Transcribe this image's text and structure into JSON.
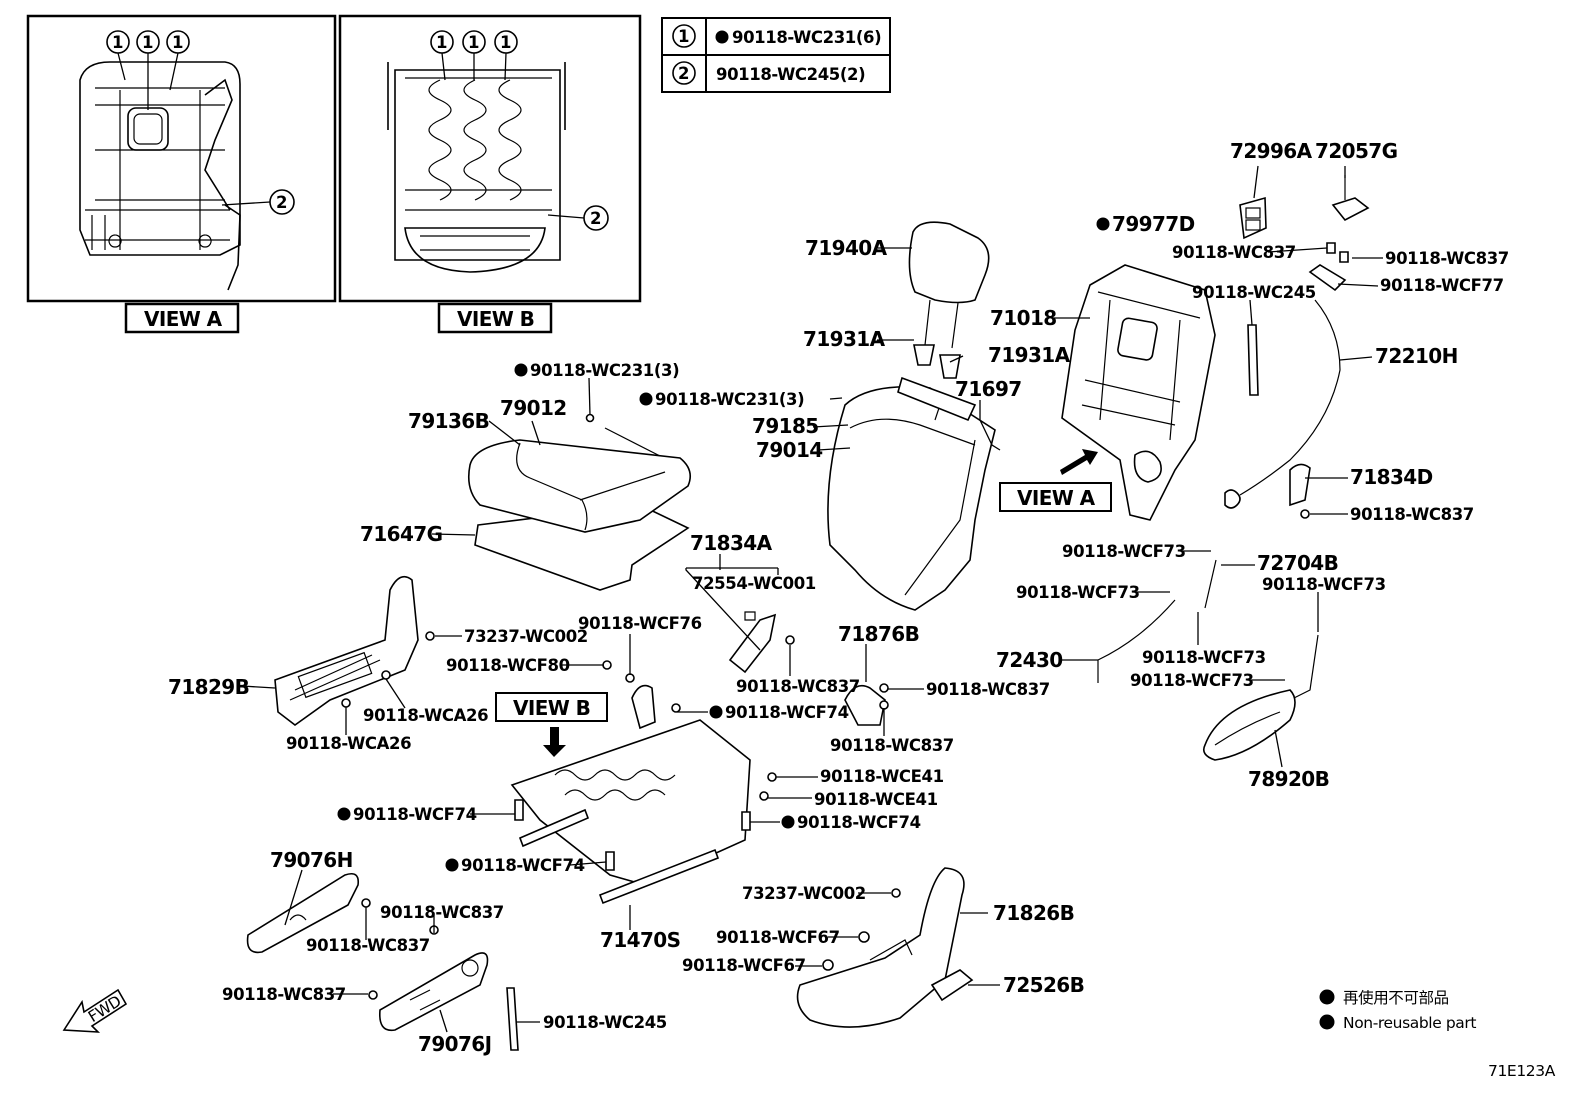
{
  "legend_table": {
    "row1": {
      "mark": "1",
      "part": "90118-WC231(6)",
      "non_reusable": true
    },
    "row2": {
      "mark": "2",
      "part": "90118-WC245(2)",
      "non_reusable": false
    }
  },
  "views": {
    "view_a_label": "VIEW A",
    "view_b_label": "VIEW B",
    "callout_1": "1",
    "callout_2": "2"
  },
  "labels": {
    "p71940A": "71940A",
    "p79977D": "79977D",
    "p72996A": "72996A",
    "p72057G": "72057G",
    "p90118WC837_a": "90118-WC837",
    "p90118WC837_b": "90118-WC837",
    "p90118WC245_a": "90118-WC245",
    "p90118WCF77": "90118-WCF77",
    "p71018": "71018",
    "p72210H": "72210H",
    "p71931A_a": "71931A",
    "p71931A_b": "71931A",
    "p90118WC231_a": "90118-WC231(3)",
    "p90118WC231_b": "90118-WC231(3)",
    "p71697": "71697",
    "p79136B": "79136B",
    "p79012": "79012",
    "p79185": "79185",
    "p79014": "79014",
    "p71834D": "71834D",
    "p90118WC837_c": "90118-WC837",
    "p71647G": "71647G",
    "p71834A": "71834A",
    "p72554WC001": "72554-WC001",
    "p90118WCF73_a": "90118-WCF73",
    "p72704B": "72704B",
    "p90118WCF73_b": "90118-WCF73",
    "p90118WCF73_c": "90118-WCF73",
    "p90118WCF73_d": "90118-WCF73",
    "p90118WCF73_e": "90118-WCF73",
    "p72430": "72430",
    "p78920B": "78920B",
    "p90118WCF76": "90118-WCF76",
    "p73237WC002_a": "73237-WC002",
    "p90118WCF80": "90118-WCF80",
    "p71876B": "71876B",
    "p90118WC837_d": "90118-WC837",
    "p90118WC837_e": "90118-WC837",
    "p90118WC837_f": "90118-WC837",
    "p71829B": "71829B",
    "p90118WCA26_a": "90118-WCA26",
    "p90118WCA26_b": "90118-WCA26",
    "p90118WCF74_a": "90118-WCF74",
    "p90118WCF74_b": "90118-WCF74",
    "p90118WCF74_c": "90118-WCF74",
    "p90118WCF74_d": "90118-WCF74",
    "p90118WCE41_a": "90118-WCE41",
    "p90118WCE41_b": "90118-WCE41",
    "p79076H": "79076H",
    "p90118WC837_g": "90118-WC837",
    "p90118WC837_h": "90118-WC837",
    "p90118WC837_i": "90118-WC837",
    "p71470S": "71470S",
    "p73237WC002_b": "73237-WC002",
    "p71826B": "71826B",
    "p90118WCF67_a": "90118-WCF67",
    "p90118WCF67_b": "90118-WCF67",
    "p72526B": "72526B",
    "p90118WC245_b": "90118-WC245",
    "p79076J": "79076J"
  },
  "fwd_label": "FWD",
  "notes": {
    "note_jp": "再使用不可部品",
    "note_en": "Non-reusable part"
  },
  "figure_id": "71E123A"
}
